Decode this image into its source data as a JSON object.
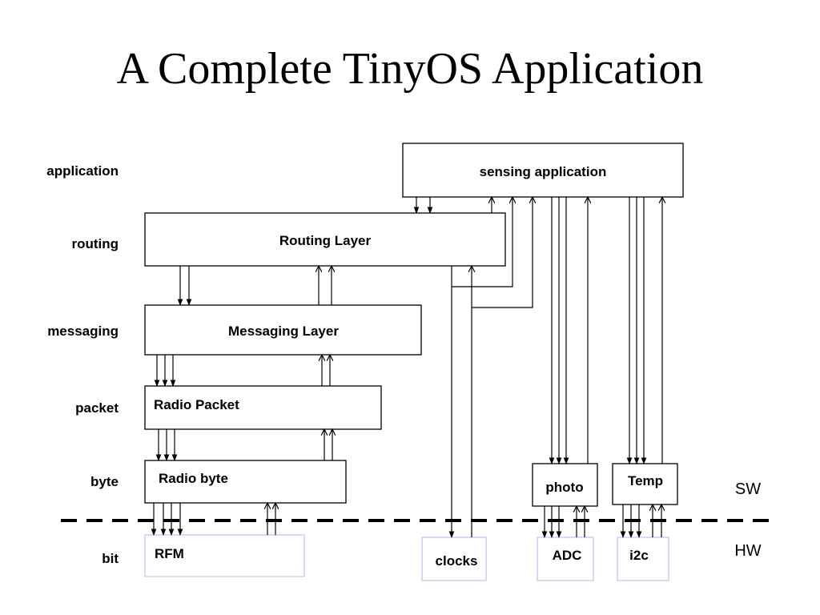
{
  "title": "A Complete TinyOS Application",
  "layers": {
    "application": "application",
    "routing": "routing",
    "messaging": "messaging",
    "packet": "packet",
    "byte": "byte",
    "bit": "bit"
  },
  "components": {
    "sensing_application": "sensing application",
    "routing_layer": "Routing Layer",
    "messaging_layer": "Messaging Layer",
    "radio_packet": "Radio Packet",
    "radio_byte": "Radio byte",
    "photo": "photo",
    "temp": "Temp",
    "rfm": "RFM",
    "clocks": "clocks",
    "adc": "ADC",
    "i2c": "i2c"
  },
  "boundary": {
    "sw": "SW",
    "hw": "HW"
  },
  "colors": {
    "sw_box_border": "#000000",
    "hw_box_border": "#c6c6f0"
  }
}
